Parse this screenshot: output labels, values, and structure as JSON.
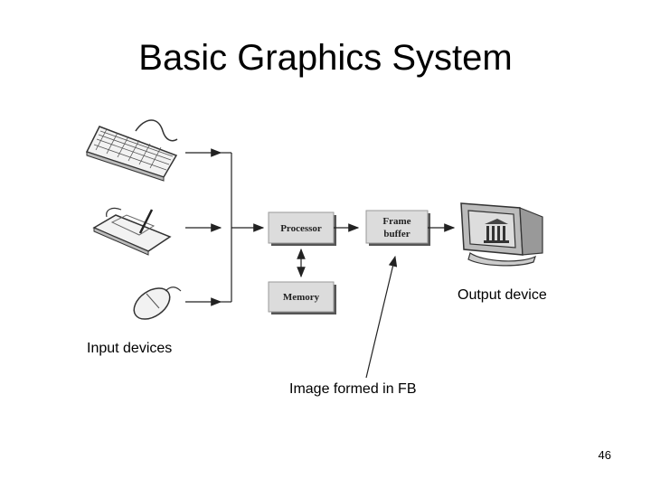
{
  "slide": {
    "title": "Basic Graphics System",
    "page_number": "46"
  },
  "diagram": {
    "processor_label": "Processor",
    "memory_label": "Memory",
    "frame_buffer_label_line1": "Frame",
    "frame_buffer_label_line2": "buffer",
    "input_devices_label": "Input devices",
    "output_device_label": "Output device",
    "image_formed_label": "Image formed in FB",
    "input_device_icons": [
      "keyboard-icon",
      "tablet-icon",
      "mouse-icon"
    ],
    "output_device_icon": "crt-monitor-icon"
  }
}
